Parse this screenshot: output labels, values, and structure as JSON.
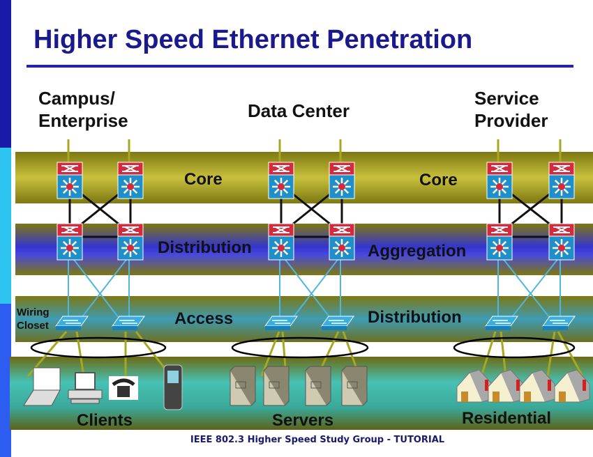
{
  "title": "Higher Speed Ethernet Penetration",
  "footer": "IEEE 802.3 Higher Speed Study Group - TUTORIAL",
  "columns": {
    "campus": {
      "line1": "Campus/",
      "line2": "Enterprise"
    },
    "datacenter": {
      "line1": "Data Center"
    },
    "provider": {
      "line1": "Service",
      "line2": "Provider"
    }
  },
  "layers": {
    "campus_core": "Core",
    "campus_distribution": "Distribution",
    "campus_access": "Access",
    "wiring_closet_1": "Wiring",
    "wiring_closet_2": "Closet",
    "provider_core": "Core",
    "provider_aggregation": "Aggregation",
    "provider_distribution": "Distribution"
  },
  "endpoints": {
    "clients": "Clients",
    "servers": "Servers",
    "residential": "Residential"
  },
  "colors": {
    "title": "#1a1a8c",
    "router_top": "#d42a3c",
    "router_body": "#1e8fc8",
    "link_black": "#111111",
    "link_cyan": "#4fb6de",
    "link_olive": "#a8a820"
  }
}
